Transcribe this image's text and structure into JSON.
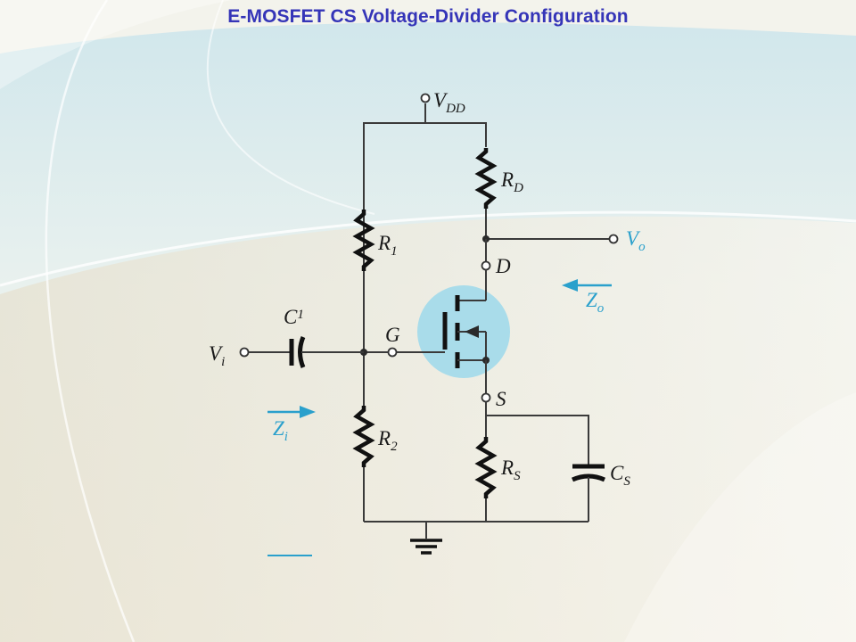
{
  "slide": {
    "title": "E-MOSFET CS Voltage-Divider Configuration"
  },
  "circuit": {
    "vdd": {
      "main": "V",
      "sub": "DD"
    },
    "rd": {
      "main": "R",
      "sub": "D"
    },
    "r1": {
      "main": "R",
      "sub": "1"
    },
    "r2": {
      "main": "R",
      "sub": "2"
    },
    "rs": {
      "main": "R",
      "sub": "S"
    },
    "c1": {
      "main": "C",
      "sub": "1"
    },
    "cs": {
      "main": "C",
      "sub": "S"
    },
    "vi": {
      "main": "V",
      "sub": "i"
    },
    "vo": {
      "main": "V",
      "sub": "o"
    },
    "drain": "D",
    "gate": "G",
    "source": "S",
    "zi": {
      "main": "Z",
      "sub": "i"
    },
    "zo": {
      "main": "Z",
      "sub": "o"
    }
  },
  "colors": {
    "title": "#3535b8",
    "impedance_arrow": "#2aa0cc",
    "mosfet_highlight": "#a9dcea"
  }
}
